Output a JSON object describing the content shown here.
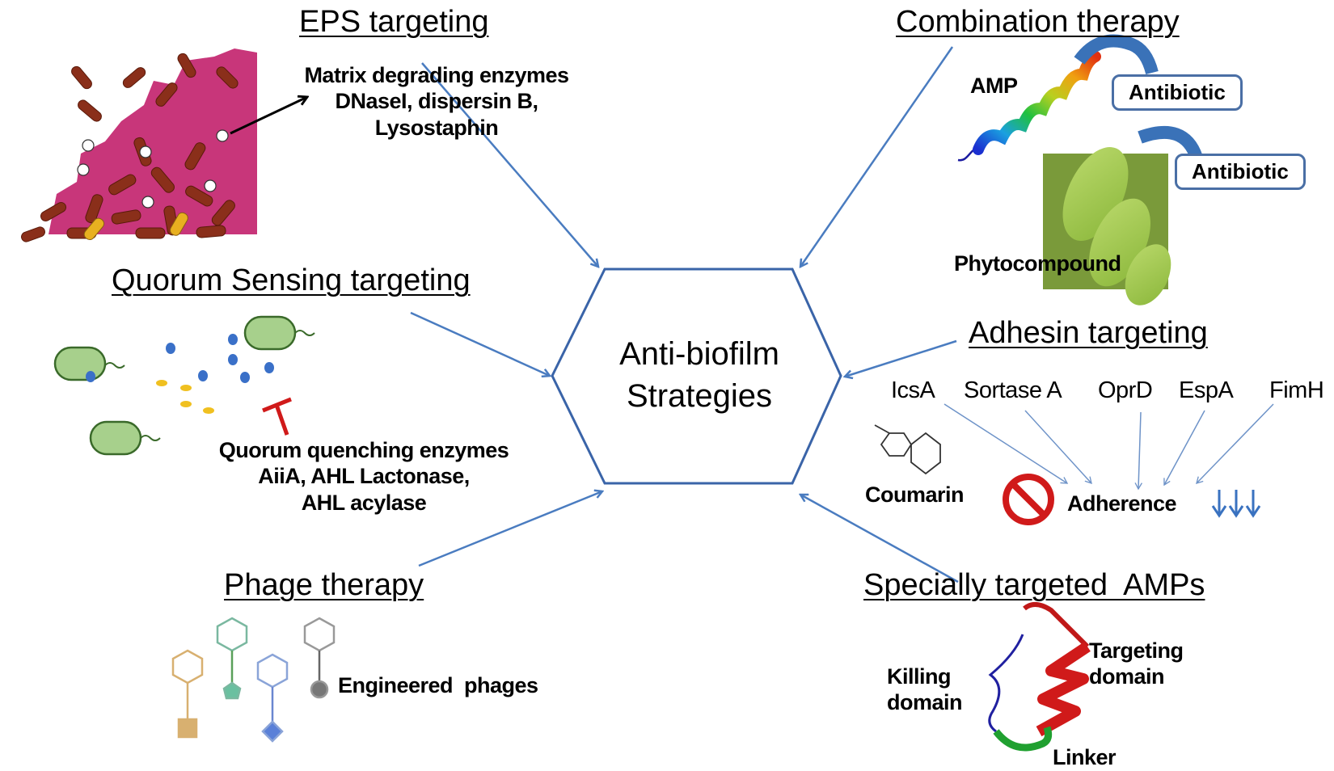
{
  "center": {
    "line1": "Anti-biofilm",
    "line2": "Strategies"
  },
  "colors": {
    "arrow": "#4a7cc0",
    "hexagon": "#3a64a8",
    "biofilm_matrix": "#c8367a",
    "bacterium_rod": "#8a2f1a",
    "qs_cell": "#8fc57a",
    "inhibit_red": "#d01a1a",
    "ab_box_border": "#4a6fa5"
  },
  "sections": {
    "eps": {
      "heading": "EPS targeting",
      "lines": [
        "Matrix degrading enzymes",
        "DNaseI, dispersin B,",
        "Lysostaphin"
      ]
    },
    "combination": {
      "heading": "Combination therapy",
      "amp_label": "AMP",
      "antibiotic_1": "Antibiotic",
      "antibiotic_2": "Antibiotic",
      "phyto_label": "Phytocompound"
    },
    "quorum": {
      "heading": "Quorum Sensing targeting",
      "lines": [
        "Quorum quenching enzymes",
        "AiiA, AHL Lactonase,",
        "AHL acylase"
      ]
    },
    "adhesin": {
      "heading": "Adhesin targeting",
      "targets": [
        "IcsA",
        "Sortase A",
        "OprD",
        "EspA",
        "FimH"
      ],
      "compound": "Coumarin",
      "effect": "Adherence"
    },
    "phage": {
      "heading": "Phage therapy",
      "label": "Engineered  phages"
    },
    "amps": {
      "heading": "Specially targeted  AMPs",
      "killing_1": "Killing",
      "killing_2": "domain",
      "targeting_1": "Targeting",
      "targeting_2": "domain",
      "linker": "Linker"
    }
  }
}
